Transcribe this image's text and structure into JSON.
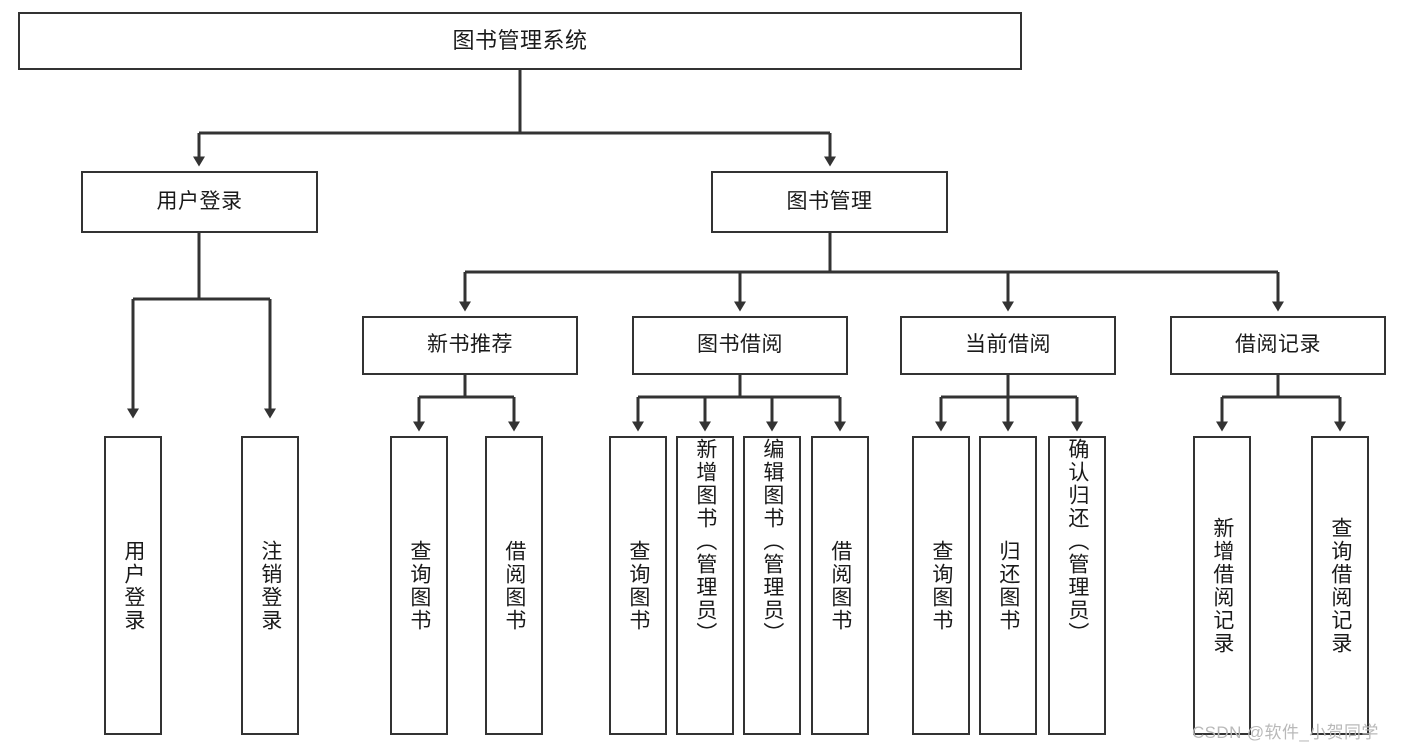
{
  "diagram": {
    "type": "tree-hierarchy-chart",
    "title": "图书管理系统",
    "colors": {
      "box_border": "#333333",
      "box_fill": "#ffffff",
      "edge": "#333333",
      "text": "#1a1a1a",
      "watermark": "#b9b9b9",
      "background": "#ffffff"
    },
    "root": {
      "label": "图书管理系统"
    },
    "level2": [
      {
        "label": "用户登录"
      },
      {
        "label": "图书管理"
      }
    ],
    "level3": [
      {
        "label": "新书推荐"
      },
      {
        "label": "图书借阅"
      },
      {
        "label": "当前借阅"
      },
      {
        "label": "借阅记录"
      }
    ],
    "leaves": {
      "user_login": [
        {
          "label": "用户登录"
        },
        {
          "label": "注销登录"
        }
      ],
      "new_book_recommend": [
        {
          "label": "查询图书"
        },
        {
          "label": "借阅图书"
        }
      ],
      "book_borrow": [
        {
          "label": "查询图书"
        },
        {
          "label": "新增图书（管理员）"
        },
        {
          "label": "编辑图书（管理员）"
        },
        {
          "label": "借阅图书"
        }
      ],
      "current_borrow": [
        {
          "label": "查询图书"
        },
        {
          "label": "归还图书"
        },
        {
          "label": "确认归还（管理员）"
        }
      ],
      "borrow_records": [
        {
          "label": "新增借阅记录"
        },
        {
          "label": "查询借阅记录"
        }
      ]
    }
  },
  "watermark": {
    "text": "CSDN @软件_小贺同学"
  }
}
